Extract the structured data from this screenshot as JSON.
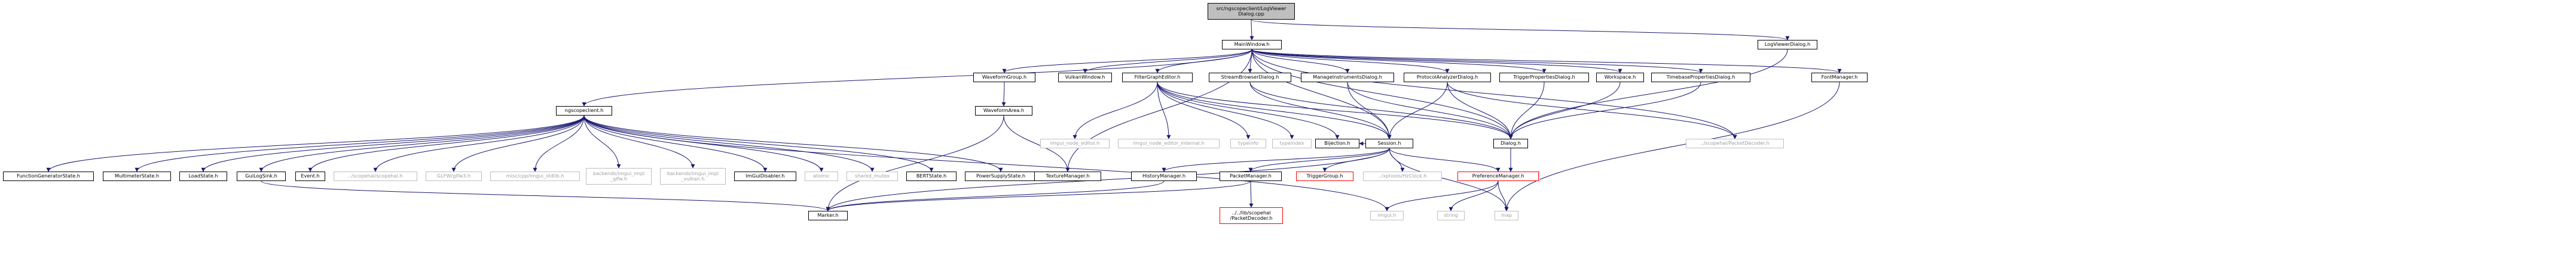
{
  "diagram": {
    "colors": {
      "edge": "#191970",
      "root_fill": "#bfbfbf",
      "undocumented_border": "#bfbfbf",
      "truncated_border": "#ff0000"
    },
    "nodes": [
      {
        "id": "root",
        "label": "src/ngscopeclient/LogViewer\nDialog.cpp",
        "kind": "root"
      },
      {
        "id": "mainwindow",
        "label": "MainWindow.h",
        "kind": "normal"
      },
      {
        "id": "logviewerdialog",
        "label": "LogViewerDialog.h",
        "kind": "normal"
      },
      {
        "id": "ngscopeclient",
        "label": "ngscopeclient.h",
        "kind": "normal"
      },
      {
        "id": "waveformgroup",
        "label": "WaveformGroup.h",
        "kind": "normal"
      },
      {
        "id": "vulkanwindow",
        "label": "VulkanWindow.h",
        "kind": "normal"
      },
      {
        "id": "filtergrapheditor",
        "label": "FilterGraphEditor.h",
        "kind": "normal"
      },
      {
        "id": "streambrowserdialog",
        "label": "StreamBrowserDialog.h",
        "kind": "normal"
      },
      {
        "id": "manageinstrumentsdialog",
        "label": "ManageInstrumentsDialog.h",
        "kind": "normal"
      },
      {
        "id": "protocolanalyzerdialog",
        "label": "ProtocolAnalyzerDialog.h",
        "kind": "normal"
      },
      {
        "id": "triggerpropertiesdialog",
        "label": "TriggerPropertiesDialog.h",
        "kind": "normal"
      },
      {
        "id": "workspace",
        "label": "Workspace.h",
        "kind": "normal"
      },
      {
        "id": "timebasepropertiesdialog",
        "label": "TimebasePropertiesDialog.h",
        "kind": "normal"
      },
      {
        "id": "fontmanager",
        "label": "FontManager.h",
        "kind": "normal"
      },
      {
        "id": "waveformarea",
        "label": "WaveformArea.h",
        "kind": "normal"
      },
      {
        "id": "imgui_node_editor",
        "label": "imgui_node_editor.h",
        "kind": "gray"
      },
      {
        "id": "imgui_node_editor_internal",
        "label": "imgui_node_editor_internal.h",
        "kind": "gray"
      },
      {
        "id": "typeinfo",
        "label": "typeinfo",
        "kind": "gray"
      },
      {
        "id": "typeindex",
        "label": "typeindex",
        "kind": "gray"
      },
      {
        "id": "bijection",
        "label": "Bijection.h",
        "kind": "normal"
      },
      {
        "id": "session",
        "label": "Session.h",
        "kind": "normal"
      },
      {
        "id": "dialog",
        "label": "Dialog.h",
        "kind": "normal"
      },
      {
        "id": "packetdecoder_scopehal",
        "label": "../scopehal/PacketDecoder.h",
        "kind": "gray"
      },
      {
        "id": "imgui_stdlib",
        "label": "imgui_stdlib.h",
        "kind": "gray"
      },
      {
        "id": "functiongeneratorstate",
        "label": "FunctionGeneratorState.h",
        "kind": "normal"
      },
      {
        "id": "multimeterstate",
        "label": "MultimeterState.h",
        "kind": "normal"
      },
      {
        "id": "loadstate",
        "label": "LoadState.h",
        "kind": "normal"
      },
      {
        "id": "guilogsink",
        "label": "GuiLogSink.h",
        "kind": "normal"
      },
      {
        "id": "event",
        "label": "Event.h",
        "kind": "normal"
      },
      {
        "id": "scopehal",
        "label": "../scopehal/scopehal.h",
        "kind": "gray"
      },
      {
        "id": "glfw3",
        "label": "GLFW/glfw3.h",
        "kind": "gray"
      },
      {
        "id": "misc_imgui_stdlib",
        "label": "misc/cpp/imgui_stdlib.h",
        "kind": "gray"
      },
      {
        "id": "imgui_impl_glfw",
        "label": "backends/imgui_impl\n_glfw.h",
        "kind": "gray"
      },
      {
        "id": "imgui_impl_vulkan",
        "label": "backends/imgui_impl\n_vulkan.h",
        "kind": "gray"
      },
      {
        "id": "imguidisabler",
        "label": "ImGuiDisabler.h",
        "kind": "normal"
      },
      {
        "id": "atomic",
        "label": "atomic",
        "kind": "gray"
      },
      {
        "id": "shared_mutex",
        "label": "shared_mutex",
        "kind": "gray"
      },
      {
        "id": "bertstate",
        "label": "BERTState.h",
        "kind": "normal"
      },
      {
        "id": "powersupplystate",
        "label": "PowerSupplyState.h",
        "kind": "normal"
      },
      {
        "id": "texturemanager",
        "label": "TextureManager.h",
        "kind": "normal"
      },
      {
        "id": "historymanager",
        "label": "HistoryManager.h",
        "kind": "normal"
      },
      {
        "id": "packetmanager",
        "label": "PacketManager.h",
        "kind": "normal"
      },
      {
        "id": "triggergroup",
        "label": "TriggerGroup.h",
        "kind": "red"
      },
      {
        "id": "hzclock",
        "label": "../xptools/HzClock.h",
        "kind": "gray"
      },
      {
        "id": "preferencemanager",
        "label": "PreferenceManager.h",
        "kind": "red"
      },
      {
        "id": "marker",
        "label": "Marker.h",
        "kind": "normal"
      },
      {
        "id": "packetdecoder_lib",
        "label": "../../lib/scopehal\n/PacketDecoder.h",
        "kind": "red"
      },
      {
        "id": "imgui",
        "label": "imgui.h",
        "kind": "gray"
      },
      {
        "id": "string",
        "label": "string",
        "kind": "gray"
      },
      {
        "id": "map",
        "label": "map",
        "kind": "gray"
      }
    ],
    "edges": [
      [
        "root",
        "mainwindow"
      ],
      [
        "root",
        "logviewerdialog"
      ],
      [
        "mainwindow",
        "ngscopeclient"
      ],
      [
        "mainwindow",
        "waveformgroup"
      ],
      [
        "mainwindow",
        "vulkanwindow"
      ],
      [
        "mainwindow",
        "filtergrapheditor"
      ],
      [
        "mainwindow",
        "streambrowserdialog"
      ],
      [
        "mainwindow",
        "manageinstrumentsdialog"
      ],
      [
        "mainwindow",
        "protocolanalyzerdialog"
      ],
      [
        "mainwindow",
        "triggerpropertiesdialog"
      ],
      [
        "mainwindow",
        "workspace"
      ],
      [
        "mainwindow",
        "timebasepropertiesdialog"
      ],
      [
        "mainwindow",
        "fontmanager"
      ],
      [
        "mainwindow",
        "texturemanager"
      ],
      [
        "mainwindow",
        "session"
      ],
      [
        "mainwindow",
        "dialog"
      ],
      [
        "mainwindow",
        "packetdecoder_scopehal"
      ],
      [
        "logviewerdialog",
        "dialog"
      ],
      [
        "waveformgroup",
        "waveformarea"
      ],
      [
        "waveformarea",
        "texturemanager"
      ],
      [
        "waveformarea",
        "marker"
      ],
      [
        "filtergrapheditor",
        "imgui_node_editor"
      ],
      [
        "filtergrapheditor",
        "imgui_node_editor_internal"
      ],
      [
        "filtergrapheditor",
        "typeinfo"
      ],
      [
        "filtergrapheditor",
        "typeindex"
      ],
      [
        "filtergrapheditor",
        "bijection"
      ],
      [
        "filtergrapheditor",
        "session"
      ],
      [
        "filtergrapheditor",
        "dialog"
      ],
      [
        "streambrowserdialog",
        "session"
      ],
      [
        "streambrowserdialog",
        "dialog"
      ],
      [
        "manageinstrumentsdialog",
        "session"
      ],
      [
        "manageinstrumentsdialog",
        "dialog"
      ],
      [
        "protocolanalyzerdialog",
        "session"
      ],
      [
        "protocolanalyzerdialog",
        "dialog"
      ],
      [
        "protocolanalyzerdialog",
        "packetdecoder_scopehal"
      ],
      [
        "triggerpropertiesdialog",
        "dialog"
      ],
      [
        "timebasepropertiesdialog",
        "dialog"
      ],
      [
        "workspace",
        "dialog"
      ],
      [
        "fontmanager",
        "map"
      ],
      [
        "ngscopeclient",
        "functiongeneratorstate"
      ],
      [
        "ngscopeclient",
        "multimeterstate"
      ],
      [
        "ngscopeclient",
        "loadstate"
      ],
      [
        "ngscopeclient",
        "guilogsink"
      ],
      [
        "ngscopeclient",
        "event"
      ],
      [
        "ngscopeclient",
        "scopehal"
      ],
      [
        "ngscopeclient",
        "glfw3"
      ],
      [
        "ngscopeclient",
        "misc_imgui_stdlib"
      ],
      [
        "ngscopeclient",
        "imgui_impl_glfw"
      ],
      [
        "ngscopeclient",
        "imgui_impl_vulkan"
      ],
      [
        "ngscopeclient",
        "imguidisabler"
      ],
      [
        "ngscopeclient",
        "atomic"
      ],
      [
        "ngscopeclient",
        "shared_mutex"
      ],
      [
        "ngscopeclient",
        "bertstate"
      ],
      [
        "ngscopeclient",
        "powersupplystate"
      ],
      [
        "ngscopeclient",
        "imgui"
      ],
      [
        "guilogsink",
        "marker"
      ],
      [
        "session",
        "bijection"
      ],
      [
        "session",
        "historymanager"
      ],
      [
        "session",
        "packetmanager"
      ],
      [
        "session",
        "triggergroup"
      ],
      [
        "session",
        "hzclock"
      ],
      [
        "session",
        "preferencemanager"
      ],
      [
        "session",
        "marker"
      ],
      [
        "session",
        "map"
      ],
      [
        "dialog",
        "imgui_stdlib"
      ],
      [
        "historymanager",
        "marker"
      ],
      [
        "packetmanager",
        "marker"
      ],
      [
        "packetmanager",
        "packetdecoder_lib"
      ],
      [
        "preferencemanager",
        "imgui"
      ],
      [
        "preferencemanager",
        "string"
      ],
      [
        "preferencemanager",
        "map"
      ]
    ]
  }
}
